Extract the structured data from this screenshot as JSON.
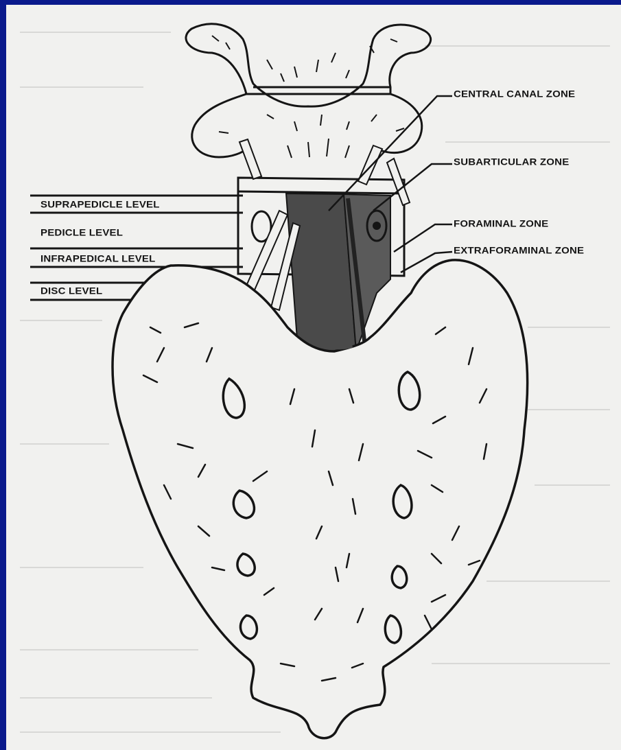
{
  "diagram": {
    "level_labels": [
      "SUPRAPEDICLE LEVEL",
      "PEDICLE LEVEL",
      "INFRAPEDICAL LEVEL",
      "DISC LEVEL"
    ],
    "zone_labels": [
      "CENTRAL CANAL ZONE",
      "SUBARTICULAR ZONE",
      "FORAMINAL ZONE",
      "EXTRAFORAMINAL ZONE"
    ],
    "colors": {
      "background_border": "#0a1a8c",
      "panel": "#f1f1ef",
      "ink": "#151515",
      "shaded_zone": "#4a4a4a"
    }
  }
}
